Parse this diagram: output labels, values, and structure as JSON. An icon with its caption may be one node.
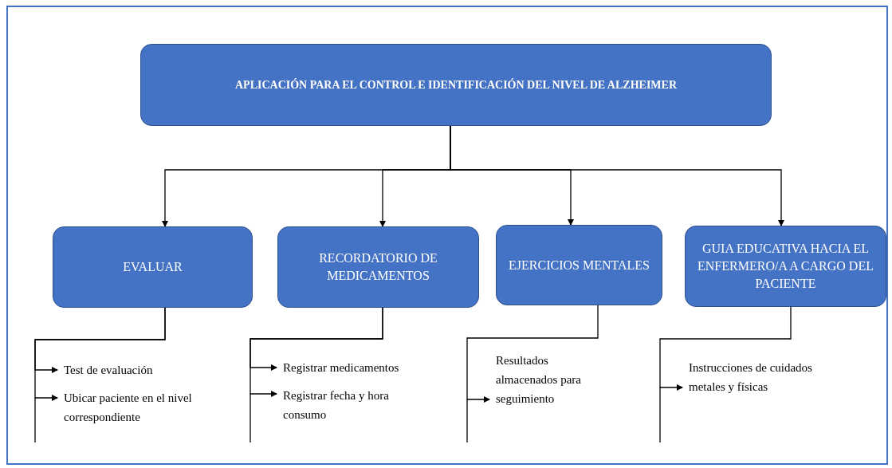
{
  "diagram": {
    "nodes": [
      {
        "text": [
          "APLICACIÓN PARA EL CONTROL E IDENTIFICACIÓN DEL NIVEL DE ALZHEIMER"
        ]
      },
      {
        "text": [
          "EVALUAR"
        ]
      },
      {
        "text": [
          "RECORDATORIO DE MEDICAMENTOS"
        ]
      },
      {
        "text": [
          "EJERCICIOS MENTALES"
        ]
      },
      {
        "text": [
          "GUIA EDUCATIVA HACIA EL ENFERMERO/A A CARGO DEL PACIENTE"
        ]
      },
      {
        "text": [
          "Test de evaluación"
        ]
      },
      {
        "text": [
          "Ubicar paciente en el nivel correspondiente"
        ]
      },
      {
        "text": [
          "Registrar medicamentos"
        ]
      },
      {
        "text": [
          "Registrar fecha y hora consumo"
        ]
      },
      {
        "text": [
          "Resultados almacenados para seguimiento"
        ]
      },
      {
        "text": [
          "Instrucciones de cuidados metales y físicas"
        ]
      }
    ],
    "edges": [
      {
        "from": 0,
        "to": 1,
        "arrow": "to"
      },
      {
        "from": 0,
        "to": 2,
        "arrow": "to"
      },
      {
        "from": 0,
        "to": 3,
        "arrow": "to"
      },
      {
        "from": 0,
        "to": 4,
        "arrow": "to"
      },
      {
        "from": 1,
        "to": 5,
        "arrow": "to"
      },
      {
        "from": 1,
        "to": 6,
        "arrow": "to"
      },
      {
        "from": 2,
        "to": 7,
        "arrow": "to"
      },
      {
        "from": 2,
        "to": 8,
        "arrow": "to"
      },
      {
        "from": 3,
        "to": 9,
        "arrow": "to"
      },
      {
        "from": 4,
        "to": 10,
        "arrow": "to"
      }
    ]
  }
}
